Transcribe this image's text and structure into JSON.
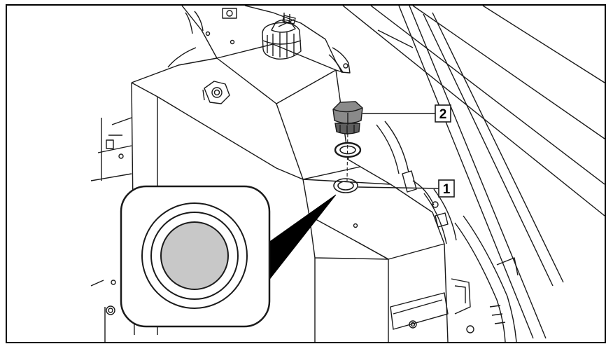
{
  "callouts": [
    {
      "label": "1",
      "part": "fill-hole"
    },
    {
      "label": "2",
      "part": "plug"
    }
  ],
  "colors": {
    "line": "#1a1a1a",
    "inset_fill": "#c8c8c8",
    "plug_fill": "#8a8a8a",
    "plug_shade": "#5e5e5e",
    "background": "#ffffff"
  }
}
